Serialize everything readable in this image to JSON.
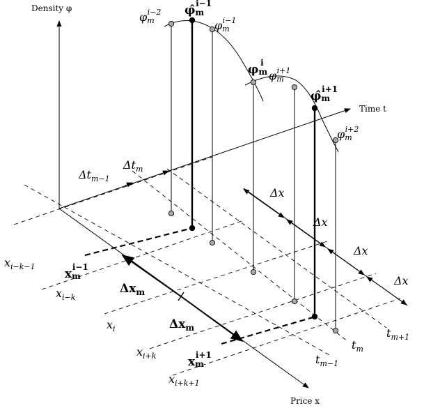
{
  "axes": {
    "density": "Density φ",
    "time": "Time t",
    "price": "Price x"
  },
  "x_labels": {
    "x_ikm1": {
      "base": "x",
      "sub": "i−k−1"
    },
    "x_ik": {
      "base": "x",
      "sub": "i−k"
    },
    "x_i": {
      "base": "x",
      "sub": "i"
    },
    "x_ipk": {
      "base": "x",
      "sub": "i+k"
    },
    "x_ipkp1": {
      "base": "x",
      "sub": "i+k+1"
    }
  },
  "t_labels": {
    "t_mp1": {
      "base": "t",
      "sub": "m+1"
    },
    "t_m": {
      "base": "t",
      "sub": "m"
    },
    "t_mm1": {
      "base": "t",
      "sub": "m−1"
    }
  },
  "steps": {
    "dt_mm1": {
      "base": "Δt",
      "sub": "m−1"
    },
    "dt_m": {
      "base": "Δt",
      "sub": "m"
    },
    "dx": "Δx",
    "dxm_a": {
      "base": "Δx",
      "sub": "m"
    },
    "dxm_b": {
      "base": "Δx",
      "sub": "m"
    }
  },
  "bold_points": {
    "xm_im1": {
      "base": "x",
      "sub": "m",
      "sup": "i−1"
    },
    "xm_ip1": {
      "base": "x",
      "sub": "m",
      "sup": "i+1"
    }
  },
  "phi_labels": {
    "hat_im1": {
      "base": "φ̂",
      "sub": "m",
      "sup": "i−1"
    },
    "phi_im2": {
      "base": "φ",
      "sub": "m",
      "sup": "i−2"
    },
    "phi_im1": {
      "base": "φ",
      "sub": "m",
      "sup": "i−1"
    },
    "phi_i": {
      "base": "φ",
      "sub": "m",
      "sup": "i"
    },
    "phi_ip1": {
      "base": "φ",
      "sub": "m",
      "sup": "i+1"
    },
    "hat_ip1": {
      "base": "φ̂",
      "sub": "m",
      "sup": "i+1"
    },
    "phi_ip2": {
      "base": "φ",
      "sub": "m",
      "sup": "i+2"
    }
  }
}
